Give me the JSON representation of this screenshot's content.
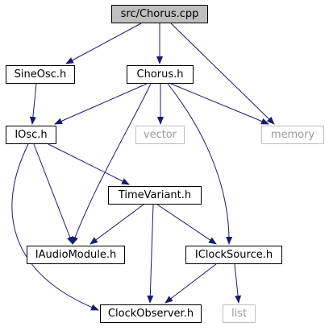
{
  "diagram": {
    "nodes": [
      {
        "id": "root",
        "label": "src/Chorus.cpp",
        "kind": "root"
      },
      {
        "id": "sineosc",
        "label": "SineOsc.h",
        "kind": "normal"
      },
      {
        "id": "chorus",
        "label": "Chorus.h",
        "kind": "normal"
      },
      {
        "id": "iosc",
        "label": "IOsc.h",
        "kind": "normal"
      },
      {
        "id": "vector",
        "label": "vector",
        "kind": "external"
      },
      {
        "id": "memory",
        "label": "memory",
        "kind": "external"
      },
      {
        "id": "timevariant",
        "label": "TimeVariant.h",
        "kind": "normal"
      },
      {
        "id": "iaudiomodule",
        "label": "IAudioModule.h",
        "kind": "normal"
      },
      {
        "id": "iclocksource",
        "label": "IClockSource.h",
        "kind": "normal"
      },
      {
        "id": "clockobserver",
        "label": "ClockObserver.h",
        "kind": "normal"
      },
      {
        "id": "list",
        "label": "list",
        "kind": "external"
      }
    ],
    "edges": [
      {
        "from": "root",
        "to": "sineosc"
      },
      {
        "from": "root",
        "to": "chorus"
      },
      {
        "from": "root",
        "to": "memory"
      },
      {
        "from": "sineosc",
        "to": "iosc"
      },
      {
        "from": "chorus",
        "to": "iosc"
      },
      {
        "from": "chorus",
        "to": "vector"
      },
      {
        "from": "chorus",
        "to": "memory"
      },
      {
        "from": "chorus",
        "to": "iaudiomodule"
      },
      {
        "from": "chorus",
        "to": "iclocksource"
      },
      {
        "from": "iosc",
        "to": "timevariant"
      },
      {
        "from": "iosc",
        "to": "iaudiomodule"
      },
      {
        "from": "iosc",
        "to": "clockobserver"
      },
      {
        "from": "timevariant",
        "to": "iaudiomodule"
      },
      {
        "from": "timevariant",
        "to": "iclocksource"
      },
      {
        "from": "timevariant",
        "to": "clockobserver"
      },
      {
        "from": "iclocksource",
        "to": "clockobserver"
      },
      {
        "from": "iclocksource",
        "to": "list"
      }
    ],
    "colors": {
      "edge": "#191970",
      "node_border": "#000000",
      "root_fill": "#bfbfbf",
      "external_border": "#bfbfbf",
      "external_text": "#9a9a9a"
    }
  }
}
